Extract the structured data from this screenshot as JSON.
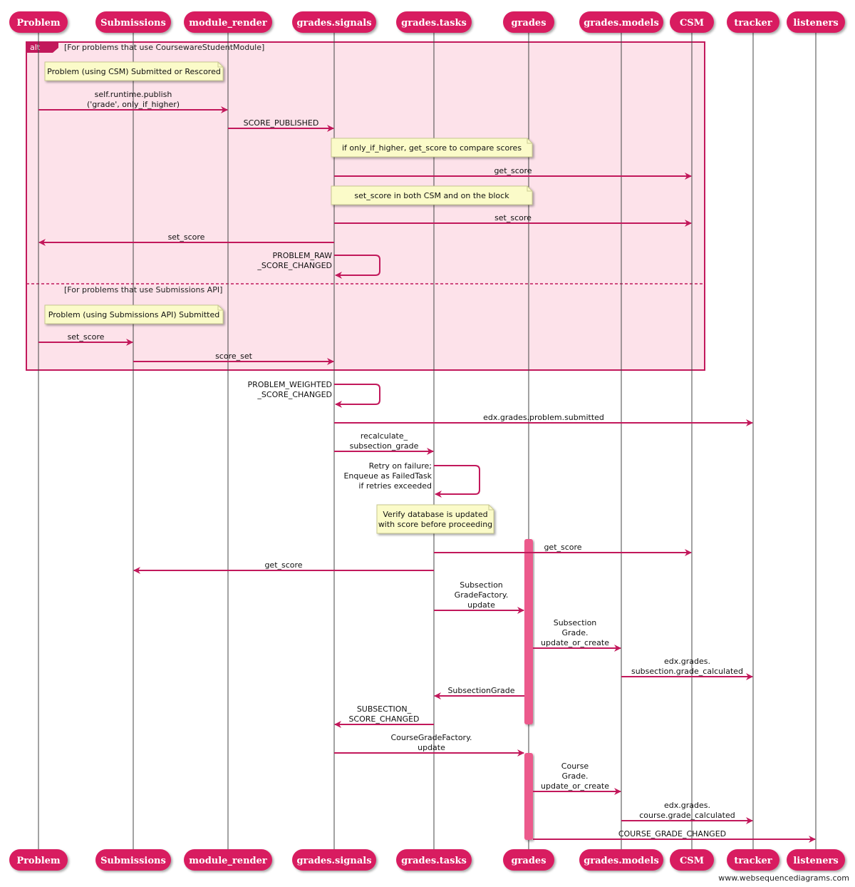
{
  "participants": [
    {
      "id": "problem",
      "label": "Problem"
    },
    {
      "id": "submissions",
      "label": "Submissions"
    },
    {
      "id": "module_render",
      "label": "module_render"
    },
    {
      "id": "signals",
      "label": "grades.signals"
    },
    {
      "id": "tasks",
      "label": "grades.tasks"
    },
    {
      "id": "grades",
      "label": "grades"
    },
    {
      "id": "models",
      "label": "grades.models"
    },
    {
      "id": "csm",
      "label": "CSM"
    },
    {
      "id": "tracker",
      "label": "tracker"
    },
    {
      "id": "listeners",
      "label": "listeners"
    }
  ],
  "fragment": {
    "keyword": "alt",
    "guard1": "[For problems that use CoursewareStudentModule]",
    "guard2": "[For problems that use Submissions API]"
  },
  "notes": [
    {
      "id": "n1",
      "lines": [
        "Problem (using CSM) Submitted or Rescored"
      ]
    },
    {
      "id": "n2",
      "lines": [
        "if only_if_higher, get_score to compare scores"
      ]
    },
    {
      "id": "n3",
      "lines": [
        "set_score in both CSM and on the block"
      ]
    },
    {
      "id": "n4",
      "lines": [
        "Problem (using Submissions API) Submitted"
      ]
    },
    {
      "id": "n5",
      "lines": [
        "Verify database is updated",
        "with score before proceeding"
      ]
    }
  ],
  "messages": [
    {
      "id": "m1",
      "from": "problem",
      "to": "module_render",
      "lines": [
        "self.runtime.publish",
        "('grade', only_if_higher)"
      ]
    },
    {
      "id": "m2",
      "from": "module_render",
      "to": "signals",
      "lines": [
        "SCORE_PUBLISHED"
      ]
    },
    {
      "id": "m3",
      "from": "signals",
      "to": "csm",
      "lines": [
        "get_score"
      ]
    },
    {
      "id": "m4",
      "from": "signals",
      "to": "csm",
      "lines": [
        "set_score"
      ]
    },
    {
      "id": "m5",
      "from": "signals",
      "to": "problem",
      "lines": [
        "set_score"
      ]
    },
    {
      "id": "m6",
      "from": "signals",
      "to": "signals",
      "lines": [
        "PROBLEM_RAW",
        "_SCORE_CHANGED"
      ]
    },
    {
      "id": "m7",
      "from": "problem",
      "to": "submissions",
      "lines": [
        "set_score"
      ]
    },
    {
      "id": "m8",
      "from": "submissions",
      "to": "signals",
      "lines": [
        "score_set"
      ]
    },
    {
      "id": "m9",
      "from": "signals",
      "to": "signals",
      "lines": [
        "PROBLEM_WEIGHTED",
        "_SCORE_CHANGED"
      ]
    },
    {
      "id": "m10",
      "from": "signals",
      "to": "tracker",
      "lines": [
        "edx.grades.problem.submitted"
      ]
    },
    {
      "id": "m11",
      "from": "signals",
      "to": "tasks",
      "lines": [
        "recalculate_",
        "subsection_grade"
      ]
    },
    {
      "id": "m12",
      "from": "tasks",
      "to": "tasks",
      "lines": [
        "Retry on failure;",
        "Enqueue as FailedTask",
        "if retries exceeded"
      ]
    },
    {
      "id": "m13",
      "from": "tasks",
      "to": "csm",
      "lines": [
        "get_score"
      ]
    },
    {
      "id": "m14",
      "from": "tasks",
      "to": "submissions",
      "lines": [
        "get_score"
      ]
    },
    {
      "id": "m15",
      "from": "tasks",
      "to": "grades",
      "lines": [
        "Subsection",
        "GradeFactory.",
        "update"
      ]
    },
    {
      "id": "m16",
      "from": "grades",
      "to": "models",
      "lines": [
        "Subsection",
        "Grade.",
        "update_or_create"
      ]
    },
    {
      "id": "m17",
      "from": "models",
      "to": "tracker",
      "lines": [
        "edx.grades.",
        "subsection.grade_calculated"
      ]
    },
    {
      "id": "m18",
      "from": "grades",
      "to": "tasks",
      "lines": [
        "SubsectionGrade"
      ]
    },
    {
      "id": "m19",
      "from": "tasks",
      "to": "signals",
      "lines": [
        "SUBSECTION_",
        "SCORE_CHANGED"
      ]
    },
    {
      "id": "m20",
      "from": "signals",
      "to": "grades",
      "lines": [
        "CourseGradeFactory.",
        "update"
      ]
    },
    {
      "id": "m21",
      "from": "grades",
      "to": "models",
      "lines": [
        "Course",
        "Grade.",
        "update_or_create"
      ]
    },
    {
      "id": "m22",
      "from": "models",
      "to": "tracker",
      "lines": [
        "edx.grades.",
        "course.grade_calculated"
      ]
    },
    {
      "id": "m23",
      "from": "grades",
      "to": "listeners",
      "lines": [
        "COURSE_GRADE_CHANGED"
      ]
    }
  ],
  "watermark": "www.websequencediagrams.com",
  "colors": {
    "participant": "#d81b60",
    "arrow": "#c2185b",
    "fragment_fill": "#fde2ea",
    "fragment_border": "#c2185b",
    "note_fill": "#fbfbc9",
    "note_border": "#c8c890",
    "activation": "#ec5a8c"
  }
}
